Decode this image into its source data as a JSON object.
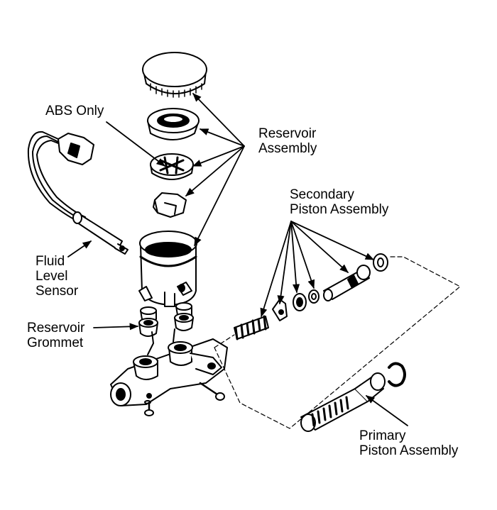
{
  "labels": {
    "abs_only": "ABS Only",
    "reservoir_assembly": [
      "Reservoir",
      "Assembly"
    ],
    "secondary_piston": [
      "Secondary",
      "Piston Assembly"
    ],
    "fluid_level_sensor": [
      "Fluid",
      "Level",
      "Sensor"
    ],
    "reservoir_grommet": [
      "Reservoir",
      "Grommet"
    ],
    "primary_piston": [
      "Primary",
      "Piston Assembly"
    ]
  },
  "colors": {
    "ink": "#000000",
    "paper": "#ffffff"
  }
}
